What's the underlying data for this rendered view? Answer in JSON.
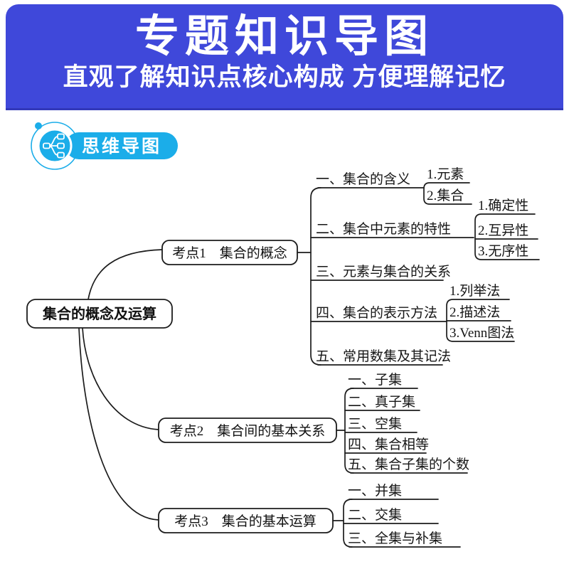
{
  "header": {
    "title": "专题知识导图",
    "subtitle": "直观了解知识点核心构成 方便理解记忆"
  },
  "badge": {
    "label": "思维导图"
  },
  "colors": {
    "header_bg": "#3F48DA",
    "header_edge": "#3238B9",
    "badge": "#1BADE9",
    "ink": "#1C1C1C"
  },
  "mindmap": {
    "root": {
      "label": "集合的概念及运算"
    },
    "topics": [
      {
        "label": "考点1　集合的概念",
        "branches": [
          {
            "label": "一、集合的含义",
            "children": [
              "1.元素",
              "2.集合"
            ]
          },
          {
            "label": "二、集合中元素的特性",
            "children": [
              "1.确定性",
              "2.互异性",
              "3.无序性"
            ]
          },
          {
            "label": "三、元素与集合的关系",
            "children": []
          },
          {
            "label": "四、集合的表示方法",
            "children": [
              "1.列举法",
              "2.描述法",
              "3.Venn图法"
            ]
          },
          {
            "label": "五、常用数集及其记法",
            "children": []
          }
        ]
      },
      {
        "label": "考点2　集合间的基本关系",
        "branches": [
          {
            "label": "一、子集",
            "children": []
          },
          {
            "label": "二、真子集",
            "children": []
          },
          {
            "label": "三、空集",
            "children": []
          },
          {
            "label": "四、集合相等",
            "children": []
          },
          {
            "label": "五、集合子集的个数",
            "children": []
          }
        ]
      },
      {
        "label": "考点3　集合的基本运算",
        "branches": [
          {
            "label": "一、并集",
            "children": []
          },
          {
            "label": "二、交集",
            "children": []
          },
          {
            "label": "三、全集与补集",
            "children": []
          }
        ]
      }
    ]
  }
}
